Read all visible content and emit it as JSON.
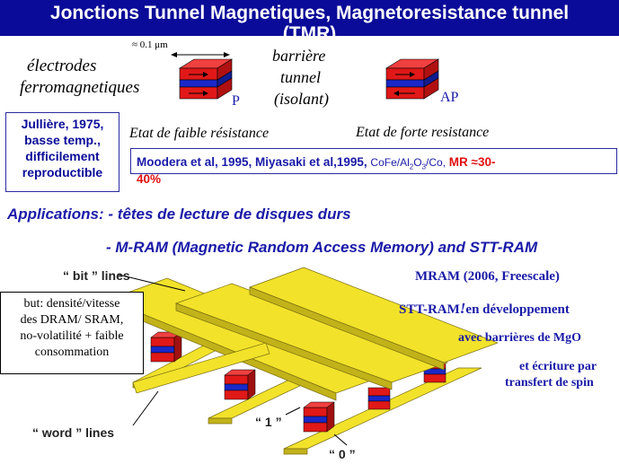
{
  "title": {
    "line1": "Jonctions Tunnel Magnetiques, Magnetoresistance tunnel",
    "line2": "(TMR)"
  },
  "top_figure": {
    "scale_label": "≈ 0.1 μm",
    "electrodes_label_1": "électrodes",
    "electrodes_label_2": "ferromagnetiques",
    "barrier_label_1": "barrière",
    "barrier_label_2": "tunnel",
    "barrier_label_3": "(isolant)",
    "state_p": "P",
    "state_ap": "AP",
    "low_resistance": "Etat de faible résistance",
    "high_resistance": "Etat de forte resistance"
  },
  "julliere_box": {
    "line1": "Jullière, 1975,",
    "line2": "basse temp.,",
    "line3": "difficilement",
    "line4": "reproductible"
  },
  "moodera_box": {
    "authors": "Moodera et al, 1995,  Miyasaki et al,1995,",
    "material": "CoFe/Al",
    "sub1": "2",
    "mat_o": "O",
    "sub2": "3",
    "mat_end": "/Co,",
    "mr": "MR ≈30-",
    "mr_end": "40%"
  },
  "applications": {
    "line1": "Applications: - têtes de lecture de disques durs",
    "line2": "- M-RAM (Magnetic Random Access Memory) and STT-RAM"
  },
  "bottom_figure": {
    "bit_lines": "“ bit ” lines",
    "word_lines": "“ word ” lines",
    "one": "“ 1 ”",
    "zero": "“ 0 ”"
  },
  "but_box": {
    "line1": "but: densité/vitesse",
    "line2": "des DRAM/ SRAM,",
    "line3": "no-volatilité + faible",
    "line4": "consommation"
  },
  "right_notes": {
    "mram": "MRAM (2006, Freescale)",
    "stt": "STT-RAM",
    "stt_rest": "en développement",
    "mgo": "avec barrières de MgO",
    "write1": "et écriture par",
    "write2": "transfert de spin"
  },
  "colors": {
    "title_bg": "#0b0b99",
    "red_layer": "#e01818",
    "blue_layer": "#1a28c8",
    "line_yellow": "#f2e22a"
  }
}
